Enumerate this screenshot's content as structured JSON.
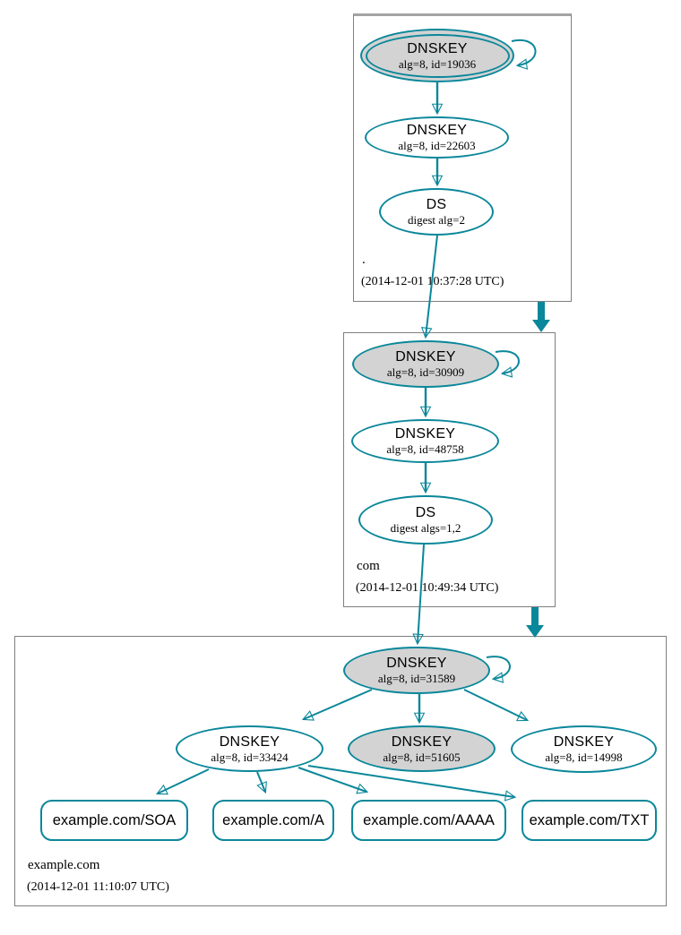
{
  "colors": {
    "secure_teal": "#0a879a",
    "ksk_fill": "#d3d3d3",
    "node_fill": "#ffffff",
    "zone_border": "#7f7f7f",
    "text": "#000000"
  },
  "zones": {
    "root": {
      "label": ".",
      "timestamp": "(2014-12-01 10:37:28 UTC)",
      "ksk": {
        "title": "DNSKEY",
        "sub": "alg=8, id=19036"
      },
      "zsk": {
        "title": "DNSKEY",
        "sub": "alg=8, id=22603"
      },
      "ds": {
        "title": "DS",
        "sub": "digest alg=2"
      }
    },
    "com": {
      "label": "com",
      "timestamp": "(2014-12-01 10:49:34 UTC)",
      "ksk": {
        "title": "DNSKEY",
        "sub": "alg=8, id=30909"
      },
      "zsk": {
        "title": "DNSKEY",
        "sub": "alg=8, id=48758"
      },
      "ds": {
        "title": "DS",
        "sub": "digest algs=1,2"
      }
    },
    "example": {
      "label": "example.com",
      "timestamp": "(2014-12-01 11:10:07 UTC)",
      "ksk": {
        "title": "DNSKEY",
        "sub": "alg=8, id=31589"
      },
      "zsk1": {
        "title": "DNSKEY",
        "sub": "alg=8, id=33424"
      },
      "zsk2": {
        "title": "DNSKEY",
        "sub": "alg=8, id=51605"
      },
      "zsk3": {
        "title": "DNSKEY",
        "sub": "alg=8, id=14998"
      },
      "rrsets": [
        {
          "label": "example.com/SOA"
        },
        {
          "label": "example.com/A"
        },
        {
          "label": "example.com/AAAA"
        },
        {
          "label": "example.com/TXT"
        }
      ]
    }
  }
}
